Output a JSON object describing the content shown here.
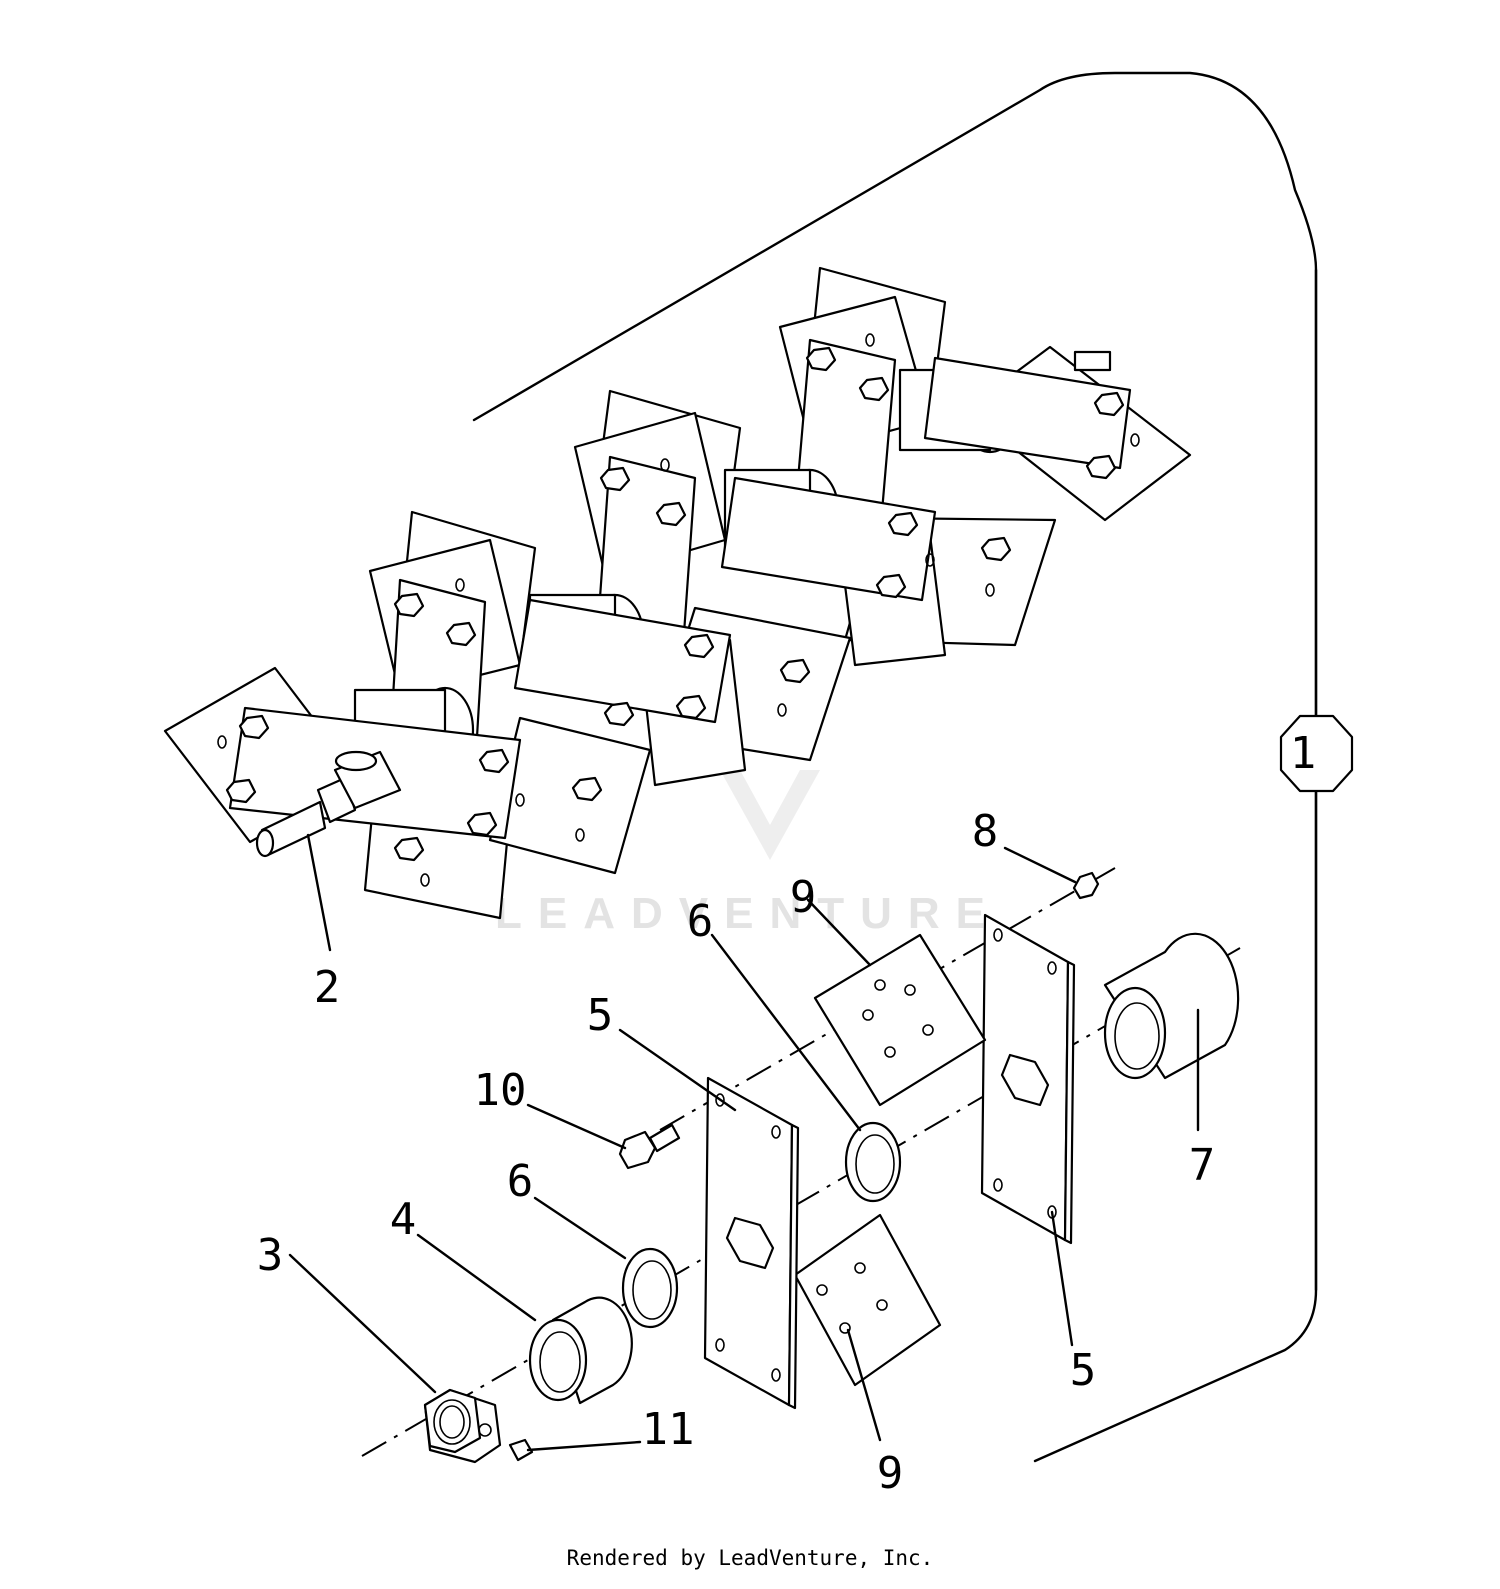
{
  "watermark": {
    "text": "LEADVENTURE"
  },
  "footer": {
    "text": "Rendered by LeadVenture, Inc."
  },
  "callouts": [
    {
      "id": "assembly",
      "label": "1"
    },
    {
      "id": "shaft",
      "label": "2"
    },
    {
      "id": "nut",
      "label": "3"
    },
    {
      "id": "bearing-left",
      "label": "4"
    },
    {
      "id": "plate-left",
      "label": "5"
    },
    {
      "id": "plate-right",
      "label": "5"
    },
    {
      "id": "washer-left",
      "label": "6"
    },
    {
      "id": "washer-right",
      "label": "6"
    },
    {
      "id": "bearing-right",
      "label": "7"
    },
    {
      "id": "locknut",
      "label": "8"
    },
    {
      "id": "gasket-top",
      "label": "9"
    },
    {
      "id": "gasket-bottom",
      "label": "9"
    },
    {
      "id": "bolt",
      "label": "10"
    },
    {
      "id": "setscrew",
      "label": "11"
    }
  ]
}
